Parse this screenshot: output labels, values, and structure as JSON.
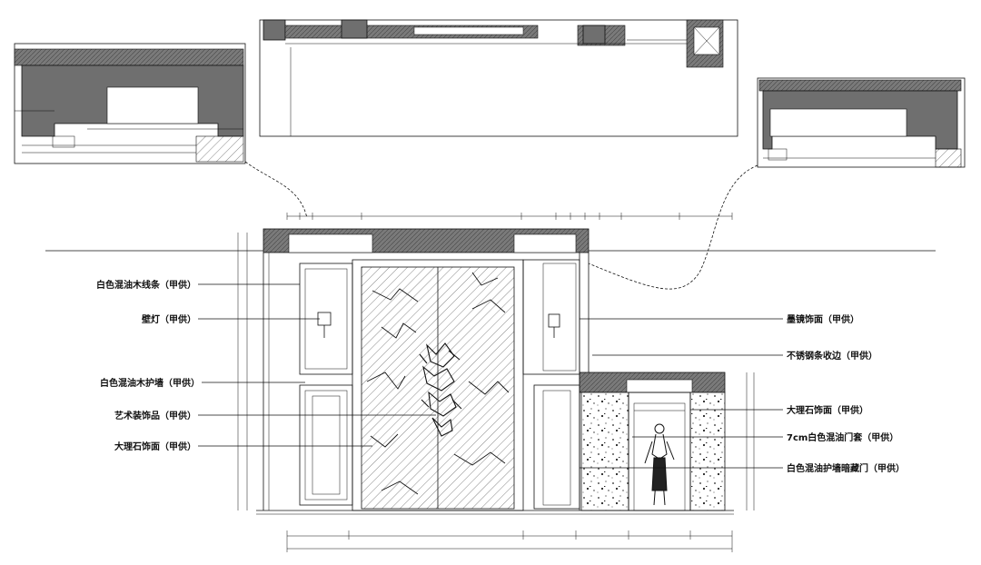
{
  "annotations": {
    "left": [
      "白色混油木线条（甲供）",
      "壁灯（甲供）",
      "白色混油木护墙（甲供）",
      "艺术装饰品（甲供）",
      "大理石饰面（甲供）"
    ],
    "right": [
      "墨镜饰面（甲供）",
      "不锈钢条收边（甲供）",
      "大理石饰面（甲供）",
      "7cm白色混油门套（甲供）",
      "白色混油护墙暗藏门（甲供）"
    ]
  },
  "colors": {
    "line": "#111111",
    "hatch_fill": "#808080",
    "background": "#ffffff"
  }
}
